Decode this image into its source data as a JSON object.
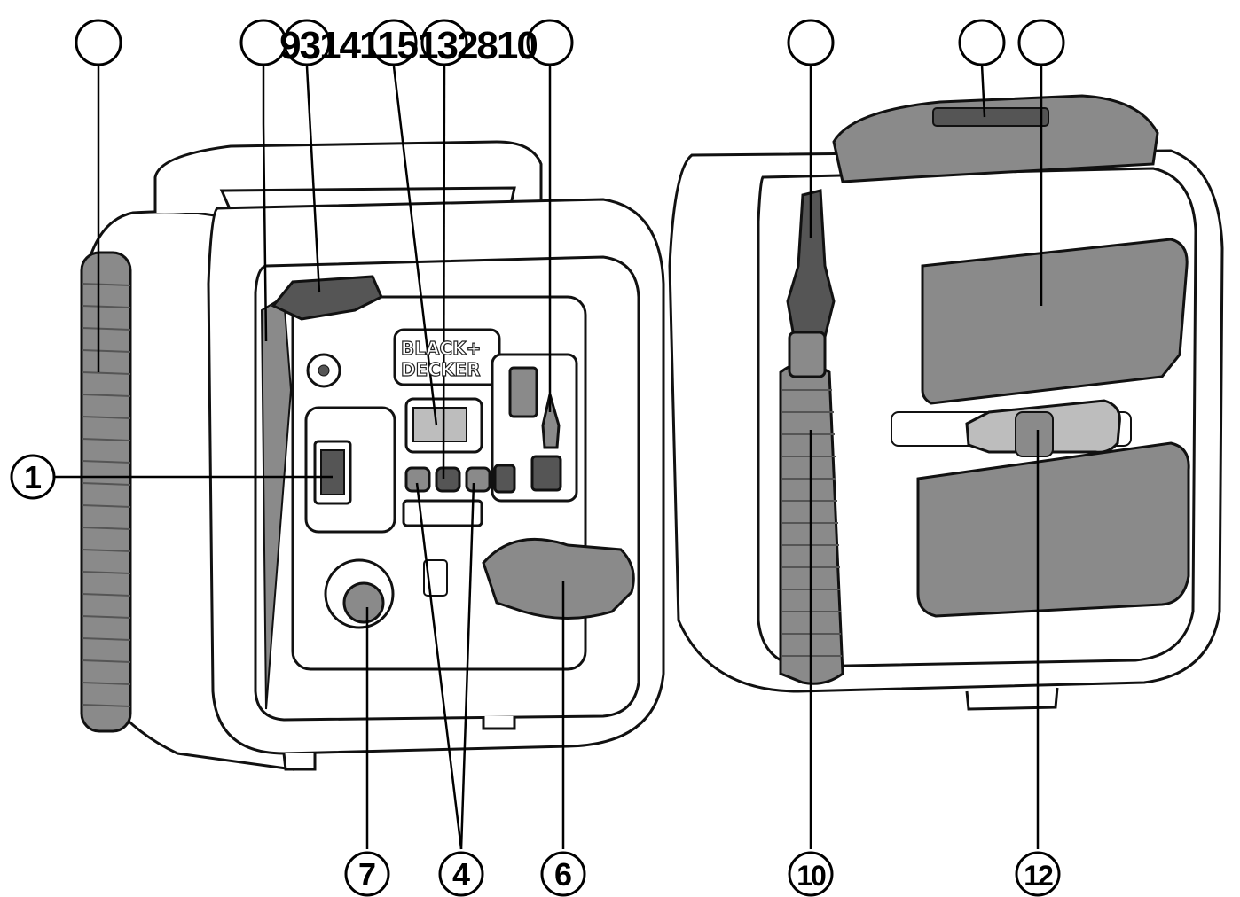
{
  "top_label": "9314115132810",
  "brand": {
    "line1": "BLACK+",
    "line2": "DECKER"
  },
  "callouts": [
    {
      "id": "c1",
      "text": "1"
    },
    {
      "id": "c7",
      "text": "7"
    },
    {
      "id": "c4",
      "text": "4"
    },
    {
      "id": "c6",
      "text": "6"
    },
    {
      "id": "c10",
      "text": "10"
    },
    {
      "id": "c12",
      "text": "12"
    }
  ],
  "colors": {
    "line": "#111111",
    "body": "#ffffff",
    "dark": "#555555",
    "mid": "#8a8a8a",
    "light": "#bdbdbd"
  }
}
